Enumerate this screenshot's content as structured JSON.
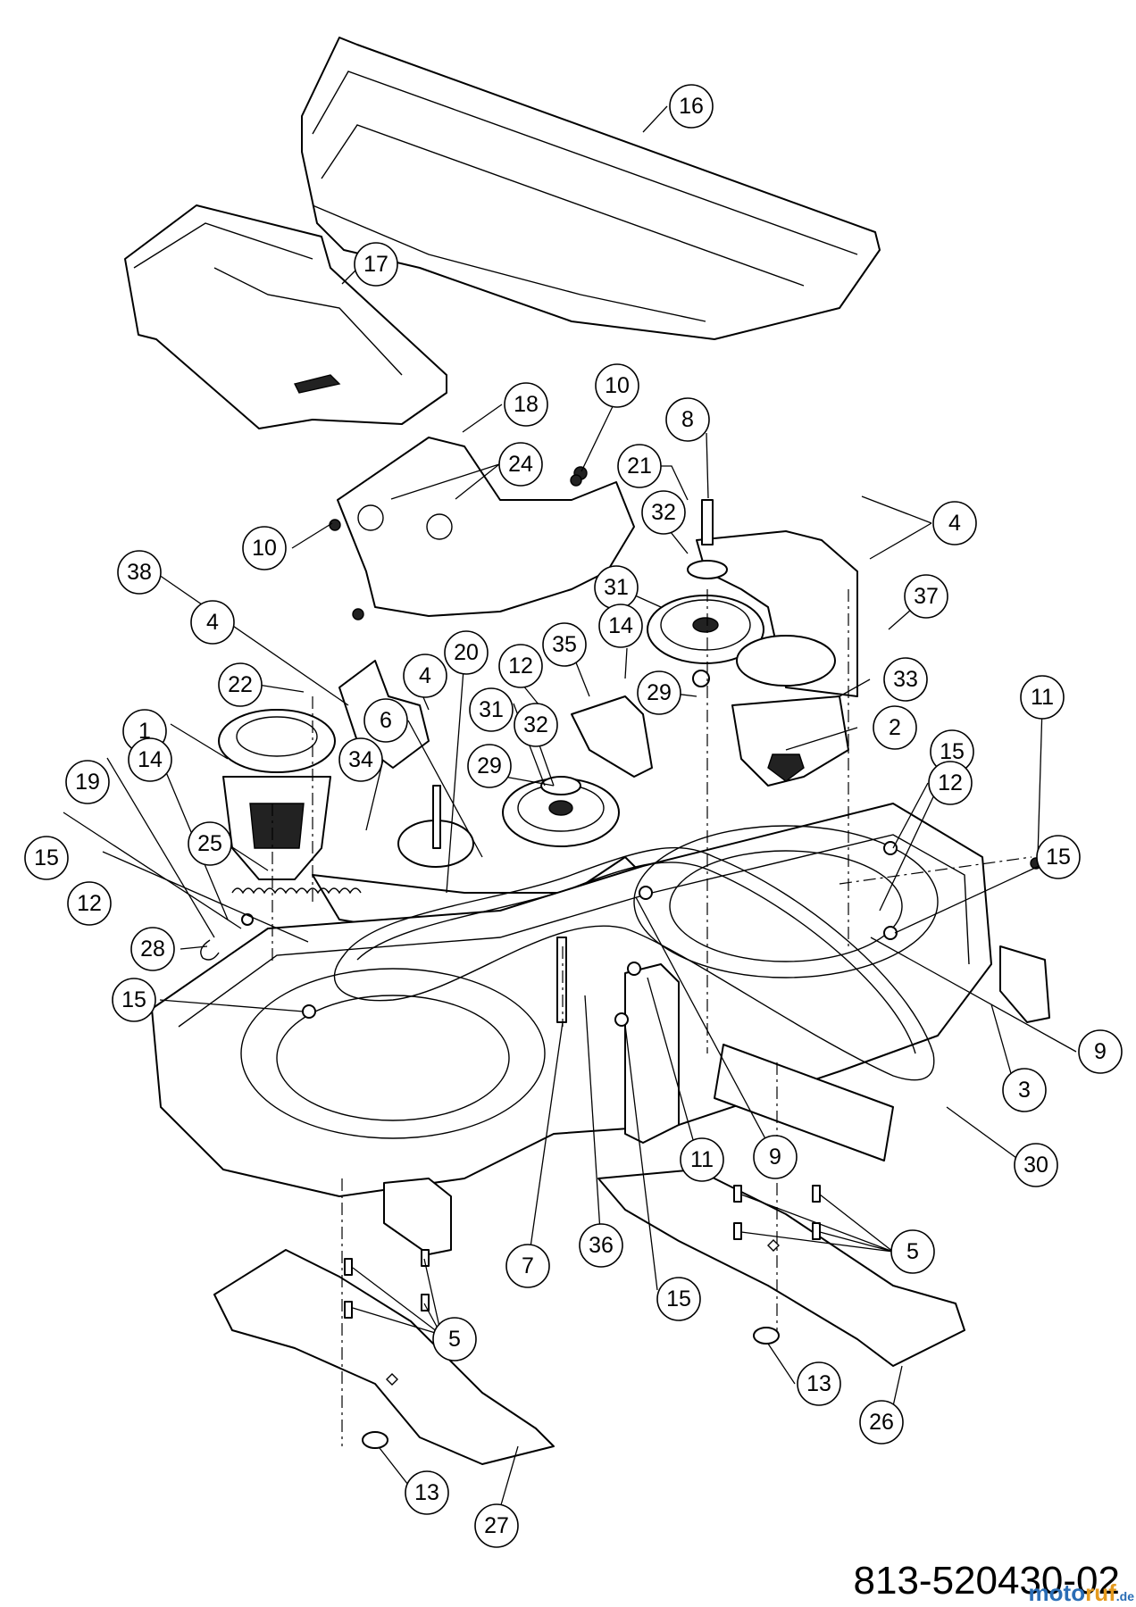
{
  "document_number": "813-520430-02",
  "watermark": {
    "part1": "moto",
    "part2": "ruf",
    "suffix": ".de"
  },
  "callouts": [
    {
      "id": "c16",
      "label": "16"
    },
    {
      "id": "c17",
      "label": "17"
    },
    {
      "id": "c18",
      "label": "18"
    },
    {
      "id": "c10a",
      "label": "10"
    },
    {
      "id": "c8",
      "label": "8"
    },
    {
      "id": "c24",
      "label": "24"
    },
    {
      "id": "c21",
      "label": "21"
    },
    {
      "id": "c32a",
      "label": "32"
    },
    {
      "id": "c4a",
      "label": "4"
    },
    {
      "id": "c10b",
      "label": "10"
    },
    {
      "id": "c38",
      "label": "38"
    },
    {
      "id": "c31a",
      "label": "31"
    },
    {
      "id": "c37",
      "label": "37"
    },
    {
      "id": "c4b",
      "label": "4"
    },
    {
      "id": "c14a",
      "label": "14"
    },
    {
      "id": "c35",
      "label": "35"
    },
    {
      "id": "c20",
      "label": "20"
    },
    {
      "id": "c22",
      "label": "22"
    },
    {
      "id": "c4c",
      "label": "4"
    },
    {
      "id": "c12a",
      "label": "12"
    },
    {
      "id": "c29a",
      "label": "29"
    },
    {
      "id": "c33",
      "label": "33"
    },
    {
      "id": "c11a",
      "label": "11"
    },
    {
      "id": "c1",
      "label": "1"
    },
    {
      "id": "c6",
      "label": "6"
    },
    {
      "id": "c31b",
      "label": "31"
    },
    {
      "id": "c32b",
      "label": "32"
    },
    {
      "id": "c2",
      "label": "2"
    },
    {
      "id": "c14b",
      "label": "14"
    },
    {
      "id": "c19",
      "label": "19"
    },
    {
      "id": "c34",
      "label": "34"
    },
    {
      "id": "c29b",
      "label": "29"
    },
    {
      "id": "c15a",
      "label": "15"
    },
    {
      "id": "c12b",
      "label": "12"
    },
    {
      "id": "c25",
      "label": "25"
    },
    {
      "id": "c15b",
      "label": "15"
    },
    {
      "id": "c12c",
      "label": "12"
    },
    {
      "id": "c15c",
      "label": "15"
    },
    {
      "id": "c28",
      "label": "28"
    },
    {
      "id": "c15d",
      "label": "15"
    },
    {
      "id": "c9a",
      "label": "9"
    },
    {
      "id": "c3",
      "label": "3"
    },
    {
      "id": "c30",
      "label": "30"
    },
    {
      "id": "c11b",
      "label": "11"
    },
    {
      "id": "c9b",
      "label": "9"
    },
    {
      "id": "c7",
      "label": "7"
    },
    {
      "id": "c36",
      "label": "36"
    },
    {
      "id": "c15e",
      "label": "15"
    },
    {
      "id": "c5a",
      "label": "5"
    },
    {
      "id": "c5b",
      "label": "5"
    },
    {
      "id": "c13a",
      "label": "13"
    },
    {
      "id": "c26",
      "label": "26"
    },
    {
      "id": "c13b",
      "label": "13"
    },
    {
      "id": "c27",
      "label": "27"
    }
  ]
}
